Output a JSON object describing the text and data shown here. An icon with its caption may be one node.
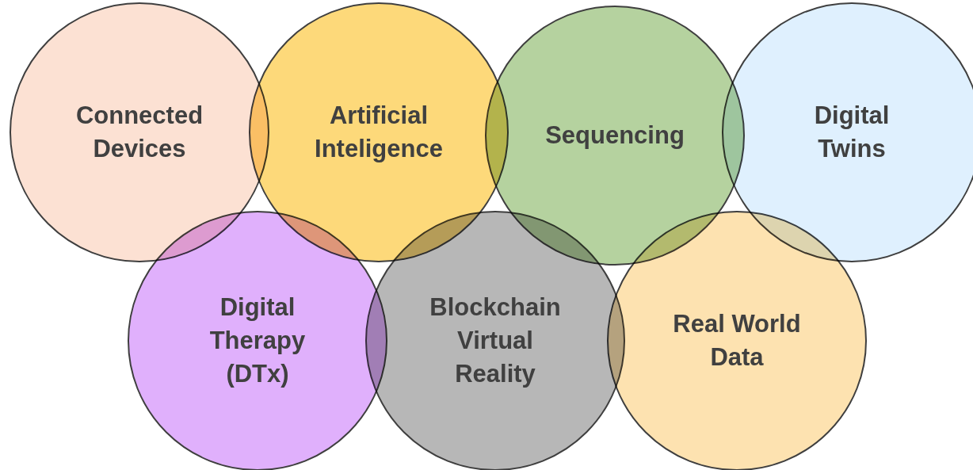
{
  "diagram": {
    "nodes": [
      {
        "text": [
          "Connected Devices"
        ]
      },
      {
        "text": [
          "Artificial Inteligence"
        ]
      },
      {
        "text": [
          "Sequencing"
        ]
      },
      {
        "text": [
          "Digital Twins"
        ]
      },
      {
        "text": [
          "Digital Therapy (DTx)"
        ]
      },
      {
        "text": [
          "Blockchain Virtual Reality"
        ]
      },
      {
        "text": [
          "Real World Data"
        ]
      }
    ]
  }
}
